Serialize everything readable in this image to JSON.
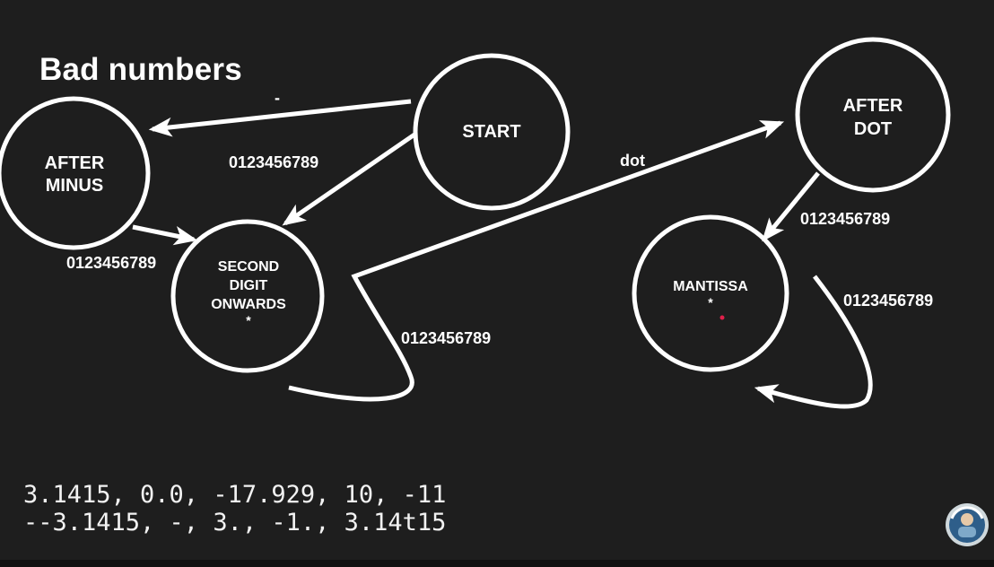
{
  "title": "Bad numbers",
  "states": {
    "start": "START",
    "after_minus": [
      "AFTER",
      "MINUS"
    ],
    "second_digit": [
      "SECOND",
      "DIGIT",
      "ONWARDS",
      "*"
    ],
    "after_dot": [
      "AFTER",
      "DOT"
    ],
    "mantissa": [
      "MANTISSA",
      "*"
    ]
  },
  "edges": {
    "start_to_after_minus": "-",
    "start_to_second_digit": "0123456789",
    "after_minus_to_second_digit": "0123456789",
    "second_digit_loop": "0123456789",
    "second_digit_to_after_dot": "dot",
    "after_dot_to_mantissa": "0123456789",
    "mantissa_loop": "0123456789"
  },
  "examples": {
    "good": "3.1415, 0.0, -17.929, 10, -11",
    "bad": "--3.1415, -, 3., -1., 3.14t15"
  },
  "colors": {
    "background": "#1e1e1e",
    "stroke": "#ffffff",
    "laser_dot": "#e0204a"
  },
  "logo_icon": "channel-logo-badge"
}
